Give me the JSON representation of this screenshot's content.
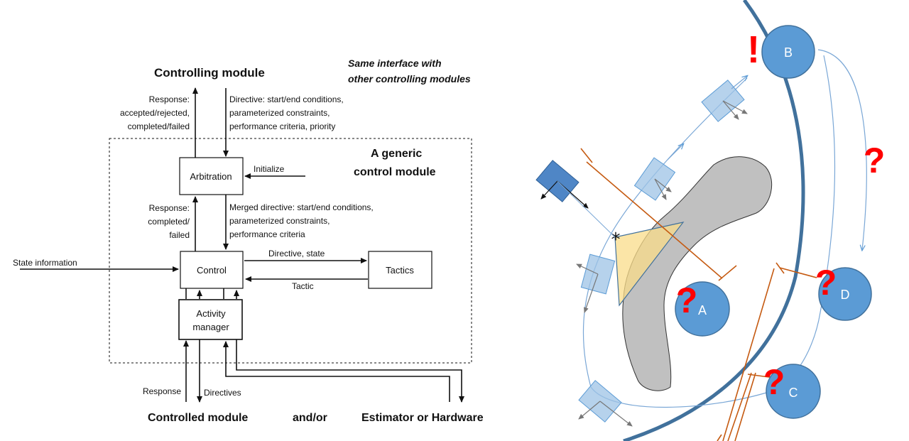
{
  "left_diagram": {
    "title_controlling": "Controlling module",
    "same_interface_line1": "Same interface with",
    "same_interface_line2": "other controlling modules",
    "generic_title_line1": "A generic",
    "generic_title_line2": "control module",
    "response_top": [
      "Response:",
      "accepted/rejected,",
      "completed/failed"
    ],
    "directive_top": [
      "Directive: start/end conditions,",
      "parameterized constraints,",
      "performance criteria, priority"
    ],
    "arbitration": "Arbitration",
    "initialize": "Initialize",
    "response_mid": [
      "Response:",
      "completed/",
      "failed"
    ],
    "merged_directive": [
      "Merged directive: start/end conditions,",
      "parameterized constraints,",
      "performance criteria"
    ],
    "state_information": "State information",
    "control": "Control",
    "directive_state": "Directive, state",
    "tactic": "Tactic",
    "tactics": "Tactics",
    "activity_manager_line1": "Activity",
    "activity_manager_line2": "manager",
    "response_bottom": "Response",
    "directives_bottom": "Directives",
    "controlled_module": "Controlled module",
    "and_or": "and/or",
    "estimator_hardware": "Estimator or Hardware"
  },
  "right_diagram": {
    "planets": [
      "A",
      "B",
      "C",
      "D"
    ],
    "exclamation": "!",
    "question": "?",
    "asterisk": "*",
    "colors": {
      "planet": "#5b9bd5",
      "orbit": "#41719c",
      "path": "#7aa7d6",
      "spacecraft": "#9dc3e6",
      "asteroid": "#c0c0c0",
      "sensor_cone": "#f9dc8a",
      "bracket": "#c55a11",
      "alert": "#ff0000"
    }
  }
}
